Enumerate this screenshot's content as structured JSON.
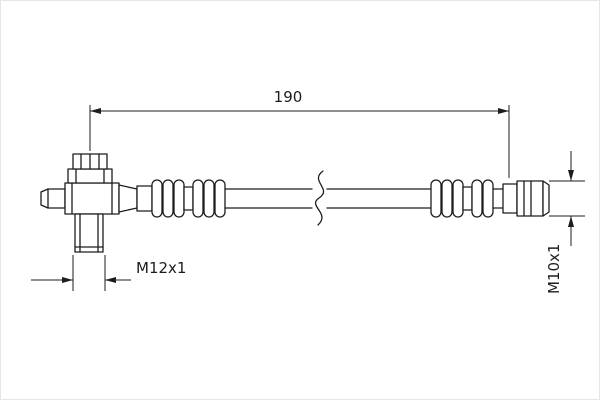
{
  "drawing": {
    "kind": "brake-hose-technical-drawing",
    "background_color": "#ffffff",
    "line_color": "#1d1d1b"
  },
  "labels": {
    "length_dimension": "190",
    "left_thread": "M12x1",
    "right_thread": "M10x1"
  }
}
